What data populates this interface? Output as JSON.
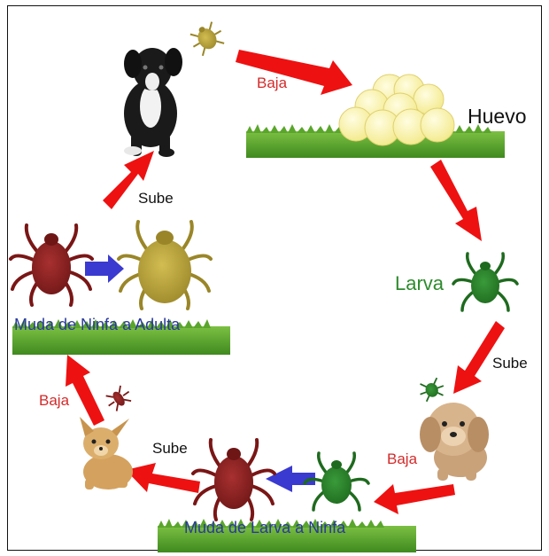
{
  "colors": {
    "arrow_red": "#ee1111",
    "arrow_blue": "#3a3ad0",
    "grass": "#5aa02c",
    "egg": "#fbf5a0",
    "label_red": "#d42a2a",
    "label_green": "#2e8b2e",
    "label_blue": "#2a3a9a",
    "tick_adult": "#b8a23a",
    "tick_nymph": "#8b2020",
    "tick_larva": "#2a7a2a"
  },
  "labels": {
    "huevo": "Huevo",
    "larva": "Larva",
    "sube_larva": "Sube",
    "baja_dog": "Baja",
    "muda_larva_ninfa": "Muda de Larva a Ninfa",
    "sube_ninfa": "Sube",
    "baja_chihuahua": "Baja",
    "muda_ninfa_adulta": "Muda de Ninfa a Adulta",
    "sube_adulta": "Sube",
    "baja_adulta": "Baja"
  },
  "icons": [
    "tick-icon",
    "dog-icon",
    "egg-icon",
    "grass-icon"
  ]
}
